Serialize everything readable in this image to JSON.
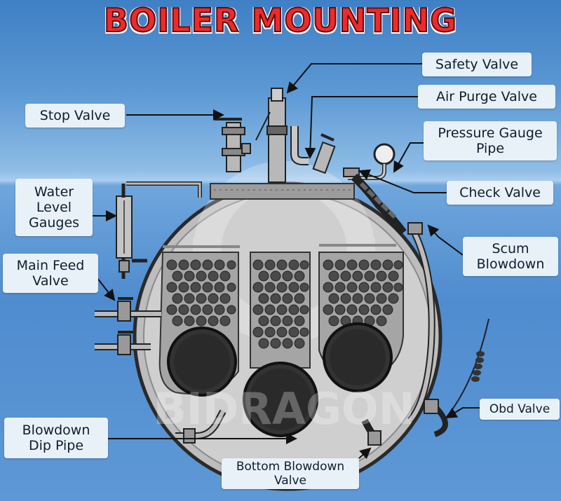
{
  "title": "BOILER MOUNTING",
  "watermark": "BIDRAGON",
  "labels": {
    "safety_valve": "Safety Valve",
    "air_purge_valve": "Air Purge Valve",
    "stop_valve": "Stop Valve",
    "pressure_gauge_pipe_line1": "Pressure Gauge",
    "pressure_gauge_pipe_line2": "Pipe",
    "water_level_line1": "Water",
    "water_level_line2": "Level",
    "water_level_line3": "Gauges",
    "check_valve": "Check Valve",
    "main_feed_line1": "Main Feed",
    "main_feed_line2": "Valve",
    "scum_line1": "Scum",
    "scum_line2": "Blowdown",
    "obd_valve": "Obd Valve",
    "blowdown_dip_line1": "Blowdown",
    "blowdown_dip_line2": "Dip Pipe",
    "bottom_blowdown_line1": "Bottom Blowdown",
    "bottom_blowdown_line2": "Valve"
  },
  "colors": {
    "title_red": "#ee2a2a",
    "background_blue": "#4f8ccf",
    "boiler_grey": "#c9c9c9",
    "label_bg": "#e9f1f8"
  }
}
